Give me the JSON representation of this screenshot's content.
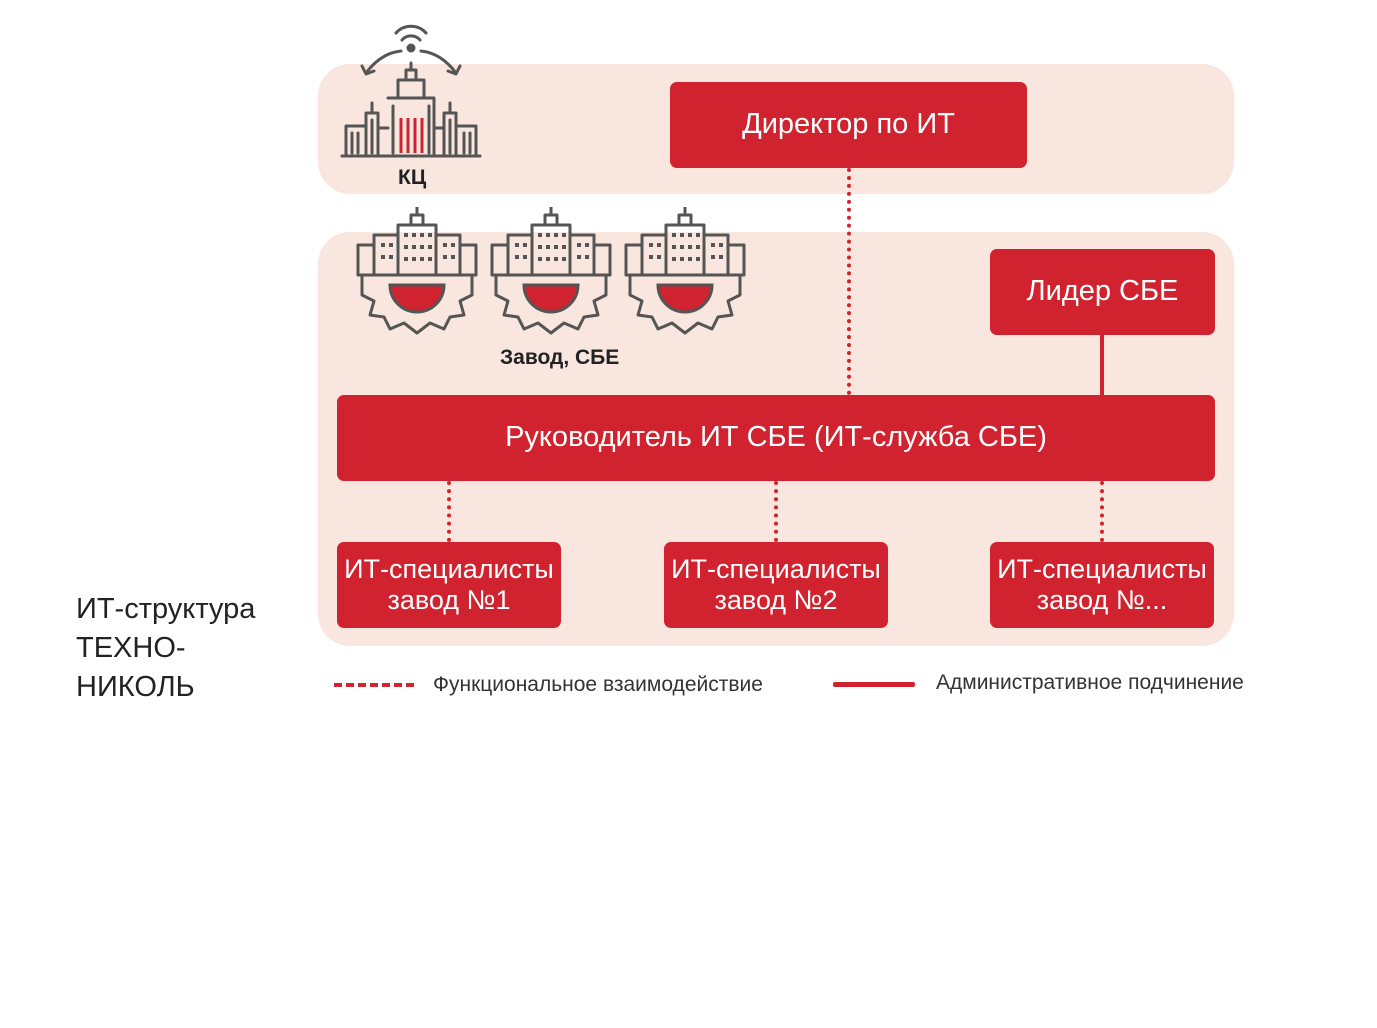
{
  "diagram": {
    "title_lines": [
      "ИТ-структура",
      "ТЕХНО-",
      "НИКОЛЬ"
    ],
    "icons": {
      "kc_label": "КЦ",
      "plant_label": "Завод, СБЕ"
    },
    "nodes": {
      "director": "Директор по ИТ",
      "leader": "Лидер СБЕ",
      "head": "Руководитель ИТ СБЕ (ИТ-служба СБЕ)",
      "specialists": [
        {
          "line1": "ИТ-специалисты",
          "line2": "завод №1"
        },
        {
          "line1": "ИТ-специалисты",
          "line2": "завод №2"
        },
        {
          "line1": "ИТ-специалисты",
          "line2": "завод №..."
        }
      ]
    },
    "legend": {
      "functional": "Функциональное взаимодействие",
      "administrative": "Административное подчинение"
    },
    "colors": {
      "accent": "#d0232f",
      "band": "#f9e6df",
      "icon_stroke": "#555555"
    }
  }
}
